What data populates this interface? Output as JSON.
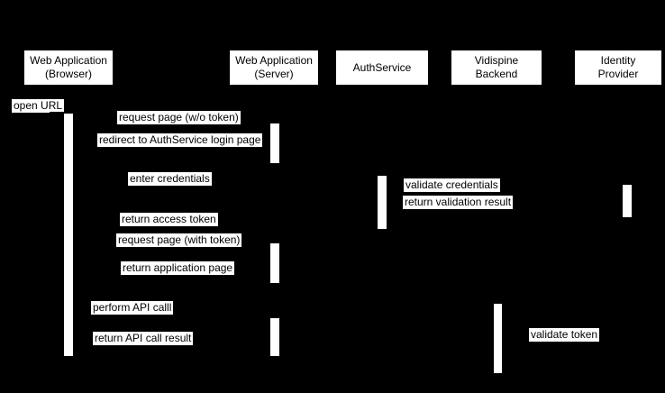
{
  "colors": {
    "background": "#000000",
    "node_fill": "#ffffff",
    "text": "#000000"
  },
  "participants": [
    {
      "line1": "Web Application",
      "line2": "(Browser)"
    },
    {
      "line1": "Web Application",
      "line2": "(Server)"
    },
    {
      "line1": "AuthService",
      "line2": ""
    },
    {
      "line1": "Vidispine",
      "line2": "Backend"
    },
    {
      "line1": "Identity",
      "line2": "Provider"
    }
  ],
  "messages": [
    "open URL",
    "request page (w/o token)",
    "redirect to AuthService login page",
    "enter credentials",
    "validate credentials",
    "return validation result",
    "return access token",
    "request page (with token)",
    "return application page",
    "perform API calll",
    "return API call result",
    "validate token"
  ]
}
